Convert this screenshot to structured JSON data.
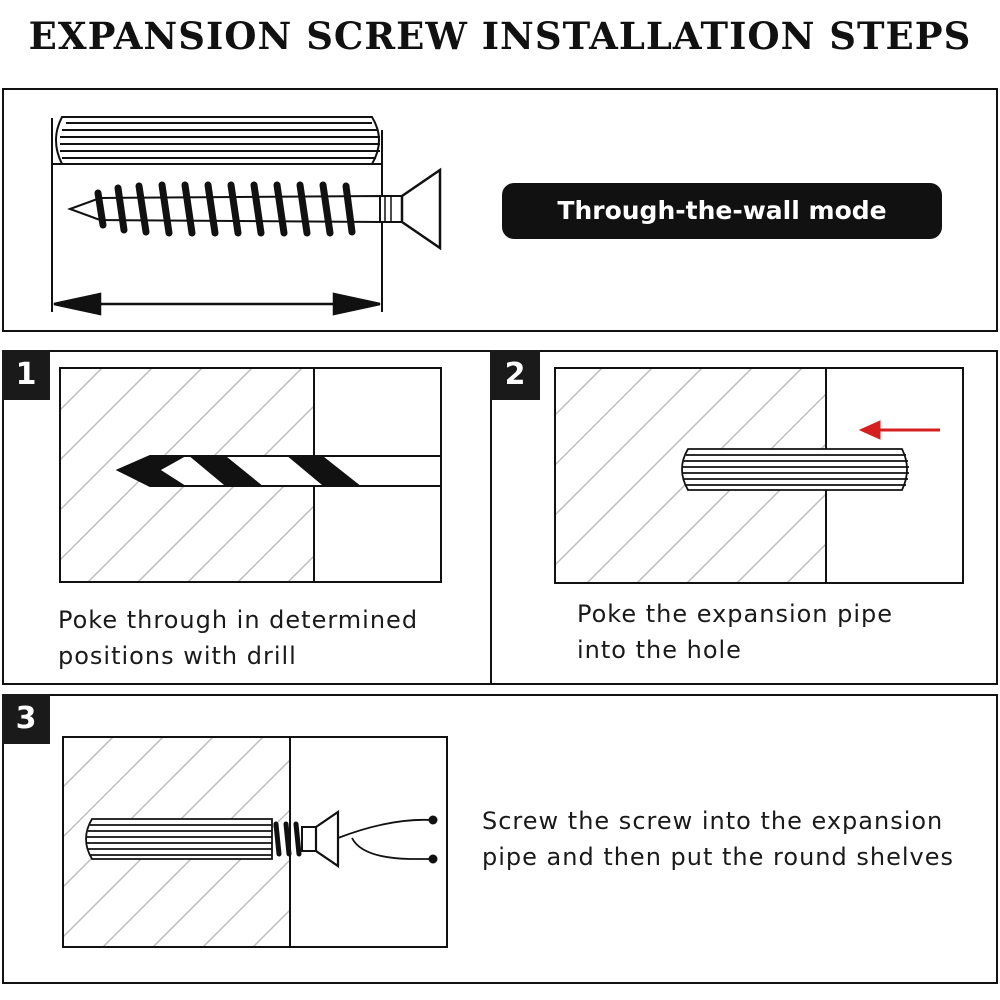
{
  "title": "EXPANSION SCREW INSTALLATION STEPS",
  "mode_label": "Through-the-wall mode",
  "steps": [
    {
      "number": "1",
      "line1": "Poke through in determined",
      "line2": "positions with drill"
    },
    {
      "number": "2",
      "line1": "Poke the expansion pipe",
      "line2": "into the hole"
    },
    {
      "number": "3",
      "line1": "Screw the screw into the expansion",
      "line2": "pipe and then put the round shelves"
    }
  ],
  "colors": {
    "ink": "#111111",
    "badge": "#1a1a1a",
    "arrow": "#d61f1f",
    "hatch": "#bdbdbd"
  }
}
